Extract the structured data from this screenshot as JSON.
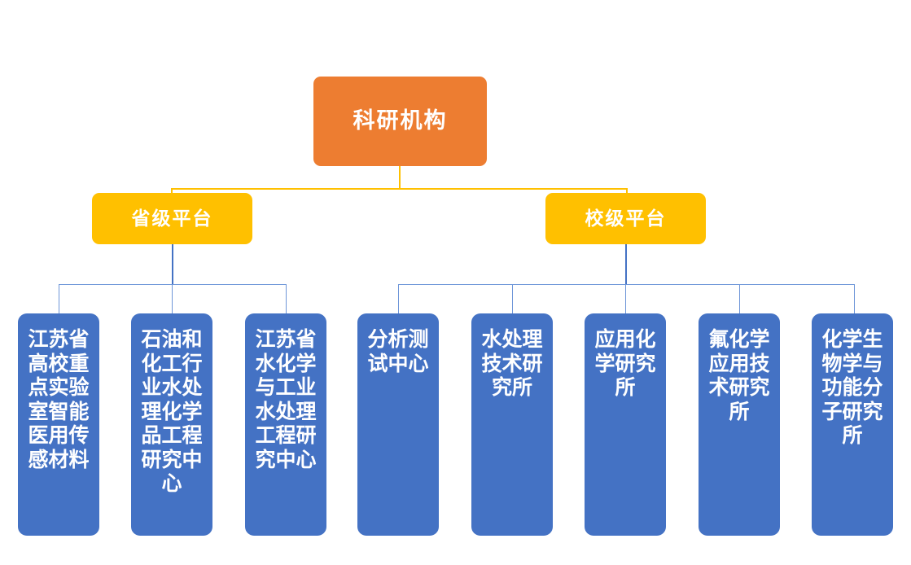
{
  "diagram": {
    "type": "organization-chart",
    "title": "科研机构",
    "colors": {
      "root": "#ED7D31",
      "level2": "#FFC000",
      "leaf": "#4472C4",
      "connector_top": "#FFC000",
      "connector_bottom": "#4472C4",
      "background": "#FFFFFF",
      "text": "#FFFFFF"
    },
    "root": {
      "label": "科研机构"
    },
    "level2": [
      {
        "label": "省级平台"
      },
      {
        "label": "校级平台"
      }
    ],
    "leaves": [
      {
        "label": "江苏省高校重点实验室智能医用传感材料",
        "parent": "省级平台"
      },
      {
        "label": "石油和化工行业水处理化学品工程研究中心",
        "parent": "省级平台"
      },
      {
        "label": "江苏省水化学与工业水处理工程研究中心",
        "parent": "省级平台"
      },
      {
        "label": "分析测试中心",
        "parent": "校级平台"
      },
      {
        "label": "水处理技术研究所",
        "parent": "校级平台"
      },
      {
        "label": "应用化学研究所",
        "parent": "校级平台"
      },
      {
        "label": "氟化学应用技术研究所",
        "parent": "校级平台"
      },
      {
        "label": "化学生物学与功能分子研究所",
        "parent": "校级平台"
      }
    ]
  }
}
